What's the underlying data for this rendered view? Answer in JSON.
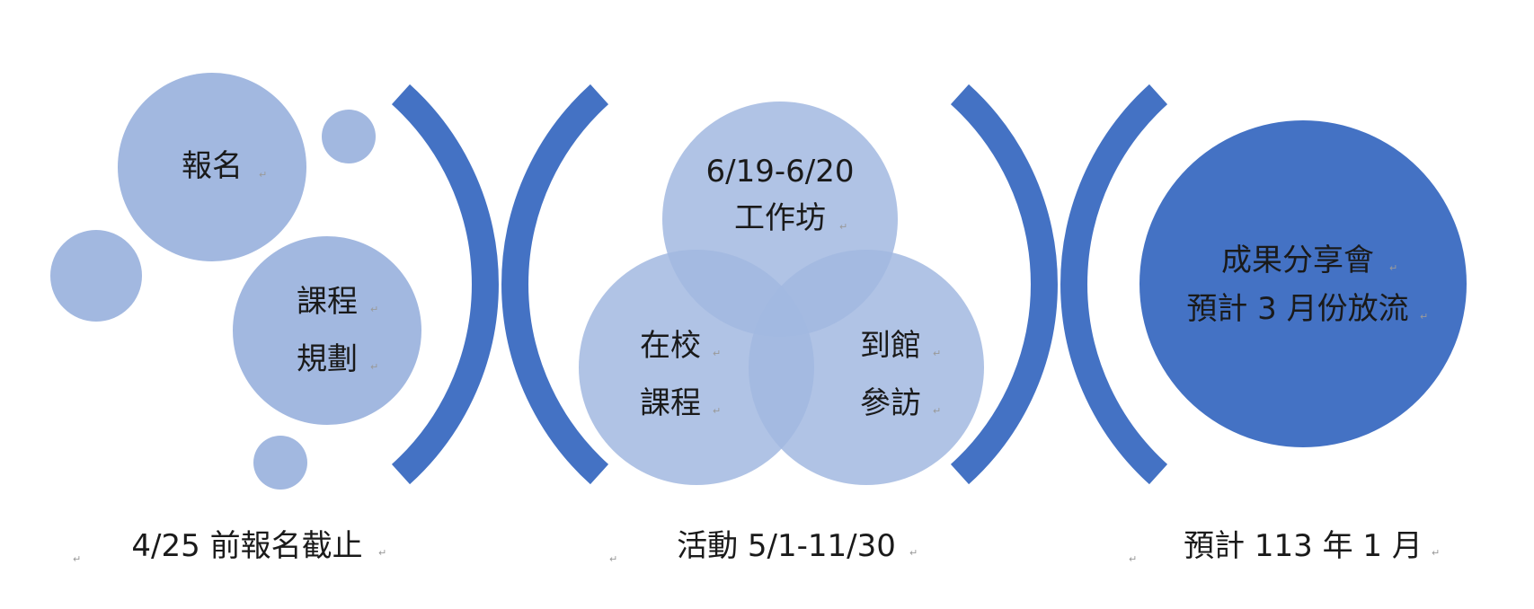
{
  "colors": {
    "light_blue": "#a2b8e0",
    "dark_blue": "#4472c4",
    "text": "#1a1a1a",
    "mark": "#9a9a9a"
  },
  "paragraph_mark": "↵",
  "stage1": {
    "bubble_top": "報名",
    "bubble_mid_line1": "課程",
    "bubble_mid_line2": "規劃",
    "caption": "4/25 前報名截止"
  },
  "stage2": {
    "top_line1": "6/19-6/20",
    "top_line2": "工作坊",
    "left_line1": "在校",
    "left_line2": "課程",
    "right_line1": "到館",
    "right_line2": "參訪",
    "caption": "活動 5/1-11/30"
  },
  "stage3": {
    "circle_line1": "成果分享會",
    "circle_line2": "預計 3 月份放流",
    "caption": "預計 113 年 1 月"
  }
}
